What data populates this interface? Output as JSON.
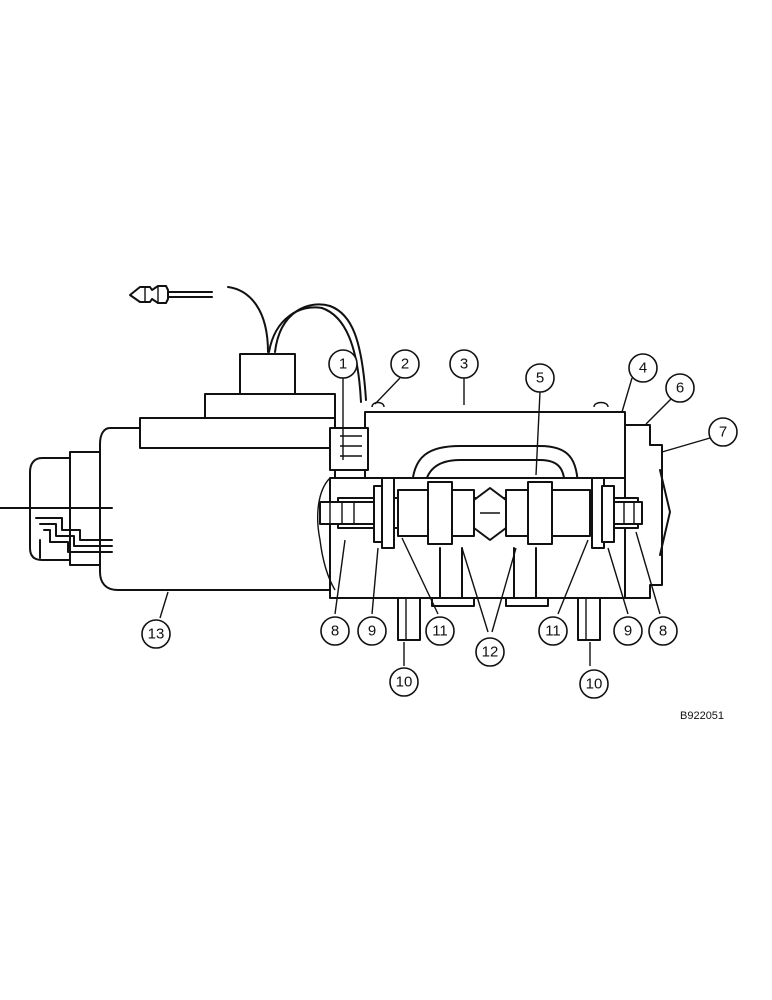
{
  "callouts": {
    "c1": "1",
    "c2": "2",
    "c3": "3",
    "c4": "4",
    "c5": "5",
    "c6": "6",
    "c7": "7",
    "c8a": "8",
    "c8b": "8",
    "c9a": "9",
    "c9b": "9",
    "c10a": "10",
    "c10b": "10",
    "c11a": "11",
    "c11b": "11",
    "c12": "12",
    "c13": "13"
  },
  "figure_ref": "B922051"
}
